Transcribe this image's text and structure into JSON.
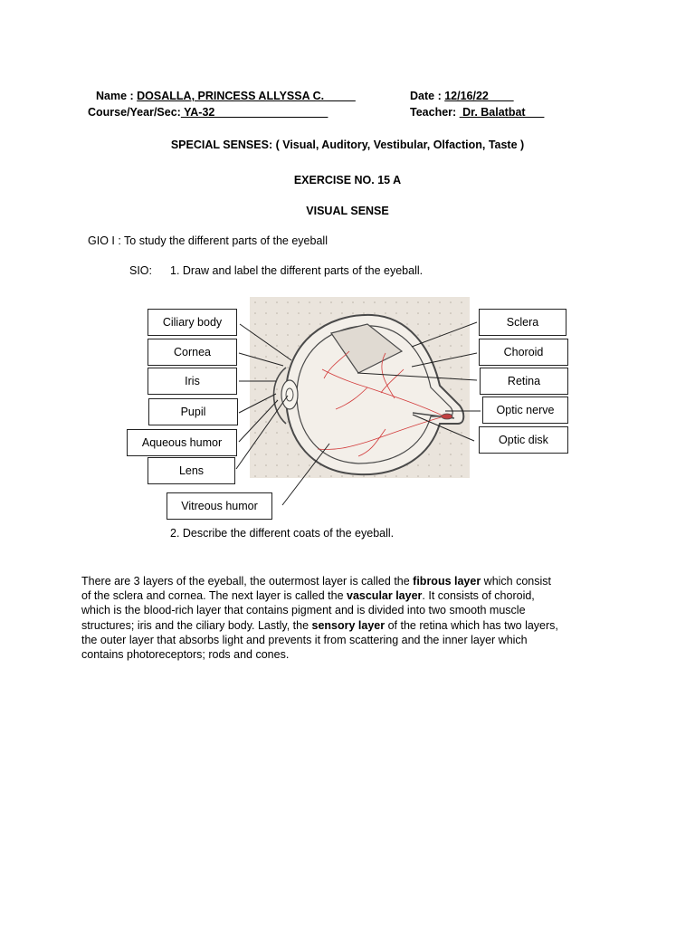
{
  "header": {
    "name_label": "Name : ",
    "name_value": "DOSALLA, PRINCESS ALLYSSA C.          ",
    "date_label": "Date : ",
    "date_value": "12/16/22        ",
    "course_label": "Course/Year/Sec:",
    "course_value": " YA-32                                    ",
    "teacher_label": "Teacher: ",
    "teacher_value": " Dr. Balatbat      "
  },
  "titles": {
    "special_senses": "SPECIAL SENSES: ( Visual, Auditory, Vestibular, Olfaction, Taste )",
    "exercise": "EXERCISE NO. 15 A",
    "visual_sense": "VISUAL SENSE"
  },
  "objectives": {
    "gio": "GIO I : To study the different parts of the eyeball",
    "sio_label": "SIO:",
    "sio_1": "1. Draw and label the different parts of the eyeball.",
    "sio_2": "2. Describe the different coats of the eyeball."
  },
  "diagram_labels": {
    "ciliary_body": "Ciliary body",
    "cornea": "Cornea",
    "iris": "Iris",
    "pupil": "Pupil",
    "aqueous_humor": "Aqueous humor",
    "lens": "Lens",
    "vitreous_humor": "Vitreous humor",
    "sclera": "Sclera",
    "choroid": "Choroid",
    "retina": "Retina",
    "optic_nerve": "Optic nerve",
    "optic_disk": "Optic disk"
  },
  "answer": {
    "l1_a": "There are 3 layers of the eyeball, the outermost layer is called the ",
    "l1_b": "fibrous layer",
    "l1_c": " which consist",
    "l2_a": "of the sclera and cornea. The next layer is called the ",
    "l2_b": "vascular layer",
    "l2_c": ". It consists of choroid,",
    "l3": "which is the blood-rich layer that contains pigment and is divided into two smooth muscle",
    "l4_a": "structures; iris and the ciliary body. Lastly, the ",
    "l4_b": "sensory layer",
    "l4_c": " of the retina which has two layers,",
    "l5": "the outer layer that absorbs light and prevents it from scattering and the inner layer which",
    "l6": "contains photoreceptors; rods and cones."
  },
  "colors": {
    "paper": "#ffffff",
    "photo_bg": "#eae4dc",
    "pencil": "#4a4a4a",
    "vessels": "#d23a3a"
  }
}
